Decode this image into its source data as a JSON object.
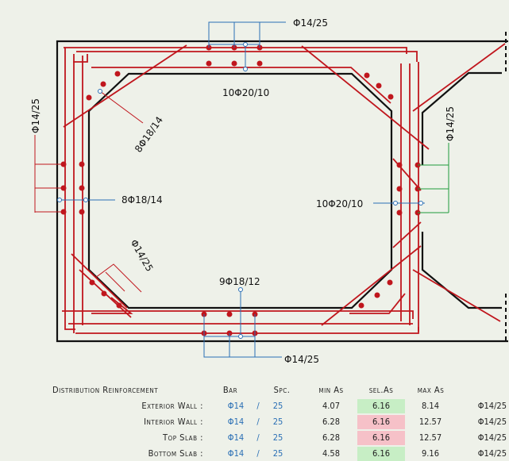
{
  "diagram": {
    "labels": {
      "top_dist": "Φ14/25",
      "top_main": "10Φ20/10",
      "left_dist": "Φ14/25",
      "corner_tl_main": "8Φ18/14",
      "left_main": "8Φ18/14",
      "right_dist": "Φ14/25",
      "right_main": "10Φ20/10",
      "corner_bl_dist": "Φ14/25",
      "bottom_main": "9Φ18/12",
      "bottom_dist": "Φ14/25"
    }
  },
  "table": {
    "title": "Distribution Reinforcement",
    "headers": {
      "bar": "Bar",
      "spc": "Spc.",
      "min_as": "min As",
      "sel_as": "sel.As",
      "max_as": "max As"
    },
    "rows": [
      {
        "name": "Exterior Wall :",
        "bar": "Φ14",
        "sep": "/",
        "spc": "25",
        "min_as": "4.07",
        "sel_as": "6.16",
        "sel_status": "ok",
        "max_as": "8.14",
        "result": "Φ14/25"
      },
      {
        "name": "Interior Wall :",
        "bar": "Φ14",
        "sep": "/",
        "spc": "25",
        "min_as": "6.28",
        "sel_as": "6.16",
        "sel_status": "fail",
        "max_as": "12.57",
        "result": "Φ14/25"
      },
      {
        "name": "Top Slab :",
        "bar": "Φ14",
        "sep": "/",
        "spc": "25",
        "min_as": "6.28",
        "sel_as": "6.16",
        "sel_status": "fail",
        "max_as": "12.57",
        "result": "Φ14/25"
      },
      {
        "name": "Bottom Slab :",
        "bar": "Φ14",
        "sep": "/",
        "spc": "25",
        "min_as": "4.58",
        "sel_as": "6.16",
        "sel_status": "ok",
        "max_as": "9.16",
        "result": "Φ14/25"
      }
    ],
    "colors": {
      "ok": "#c7eec5",
      "fail": "#f6c1c8"
    }
  }
}
